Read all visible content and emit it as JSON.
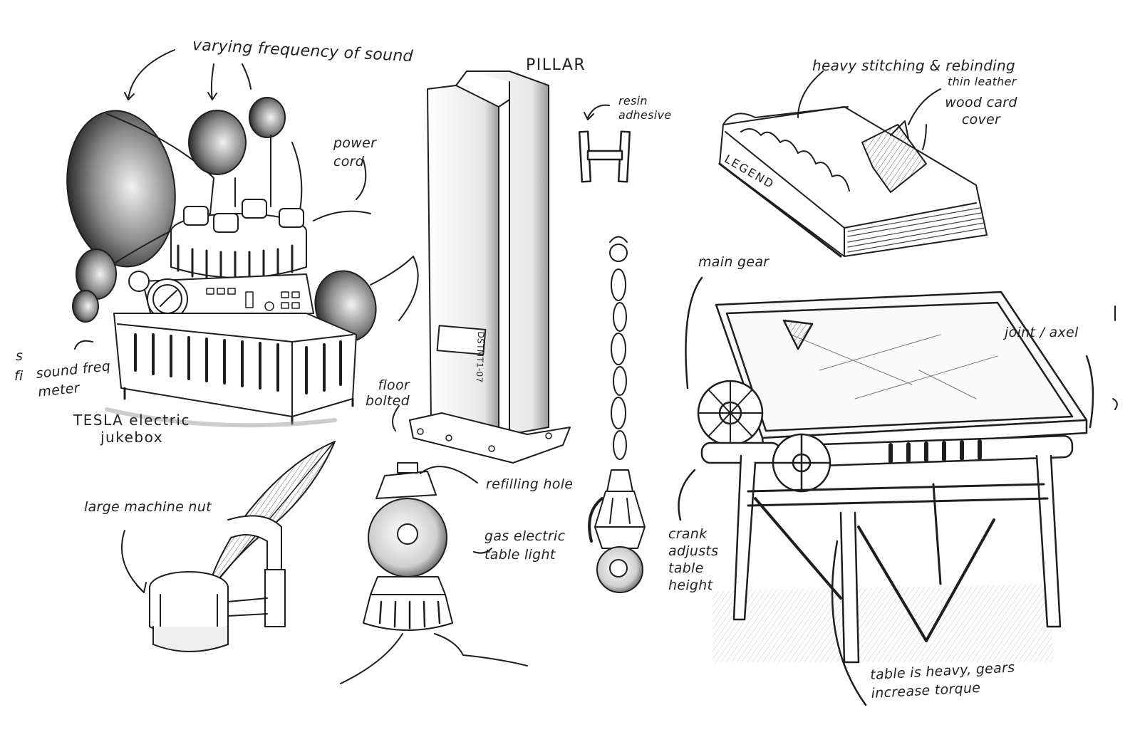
{
  "labels": {
    "varying_frequency": "varying frequency of sound",
    "power_cord": "power cord",
    "sound_freq_meter": "sound freq meter",
    "tesla_jukebox": "TESLA electric jukebox",
    "pillar": "PILLAR",
    "resin_adhesive": "resin adhesive",
    "floor_bolted": "floor bolted",
    "heavy_stitching": "heavy stitching & rebinding",
    "thin_leather": "thin leather",
    "wood_card_cover": "wood card cover",
    "main_gear": "main gear",
    "joint_axel": "joint / axel",
    "crank_adjusts": "crank adjusts table height",
    "table_heavy": "table is heavy, gears increase torque",
    "large_machine_nut": "large machine nut",
    "refilling_hole": "refilling hole",
    "gas_electric_light": "gas electric table light",
    "margin_s": "s",
    "margin_fi": "fi",
    "book_spine": "LEGEND",
    "pillar_plate": "DSTMT1-07"
  },
  "colors": {
    "ink": "#1e1e1e",
    "paper": "#ffffff",
    "shade": "#9a9a9a"
  }
}
